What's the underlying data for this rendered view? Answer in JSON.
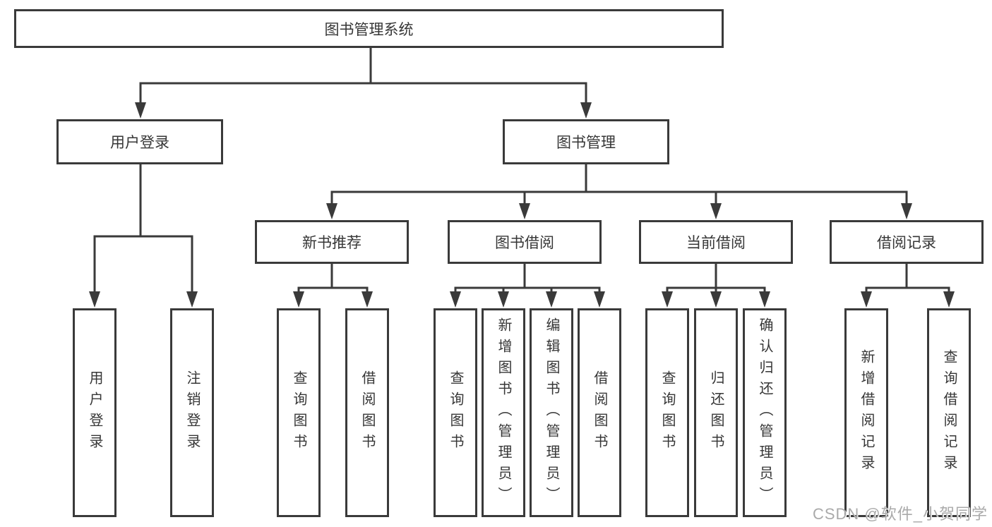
{
  "tree": {
    "label": "图书管理系统",
    "children": [
      {
        "label": "用户登录",
        "children": [
          {
            "label": "用户登录"
          },
          {
            "label": "注销登录"
          }
        ]
      },
      {
        "label": "图书管理",
        "children": [
          {
            "label": "新书推荐",
            "children": [
              {
                "label": "查询图书"
              },
              {
                "label": "借阅图书"
              }
            ]
          },
          {
            "label": "图书借阅",
            "children": [
              {
                "label": "查询图书"
              },
              {
                "label": "新增图书（管理员）"
              },
              {
                "label": "编辑图书（管理员）"
              },
              {
                "label": "借阅图书"
              }
            ]
          },
          {
            "label": "当前借阅",
            "children": [
              {
                "label": "查询图书"
              },
              {
                "label": "归还图书"
              },
              {
                "label": "确认归还（管理员）"
              }
            ]
          },
          {
            "label": "借阅记录",
            "children": [
              {
                "label": "新增借阅记录"
              },
              {
                "label": "查询借阅记录"
              }
            ]
          }
        ]
      }
    ]
  },
  "watermark": {
    "text": "CSDN @软件_小贺同学"
  },
  "colors": {
    "line": "#3a3a3a",
    "box_border": "#3a3a3a",
    "text": "#363636",
    "background": "#ffffff",
    "watermark": "#aaaaaa"
  }
}
